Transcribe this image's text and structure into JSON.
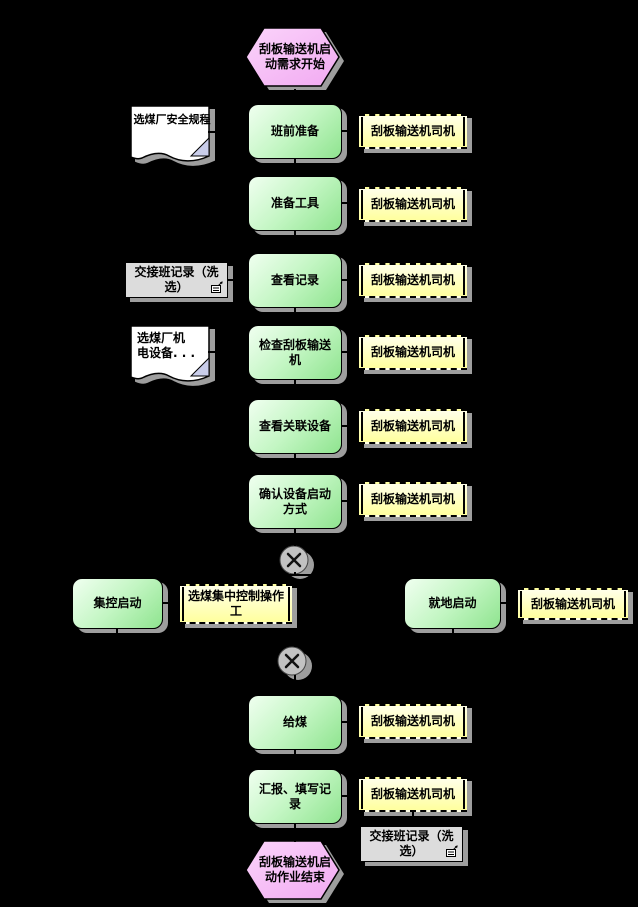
{
  "colors": {
    "background": "#000000",
    "task_green_light": "#F0FFF0",
    "task_green_dark": "#8FE48F",
    "role_yellow_light": "#FFFFE8",
    "role_yellow_dark": "#FFFF9E",
    "event_pink_light": "#FBD4FB",
    "event_pink_dark": "#F1A9F1",
    "record_gray": "#DCDCDC",
    "gateway_gray": "#C2C2C2",
    "shadow_gray": "#9E9E9E",
    "doc_fold_blue": "#C9CDEA"
  },
  "diagram": {
    "start_event": {
      "label": "刮板输送机启\n动需求开始"
    },
    "end_event": {
      "label": "刮板输送机启\n动作业结束"
    },
    "tasks": [
      {
        "label": "班前准备",
        "role": "刮板输送机司机"
      },
      {
        "label": "准备工具",
        "role": "刮板输送机司机"
      },
      {
        "label": "查看记录",
        "role": "刮板输送机司机"
      },
      {
        "label": "检查刮板输送\n机",
        "role": "刮板输送机司机"
      },
      {
        "label": "查看关联设备",
        "role": "刮板输送机司机"
      },
      {
        "label": "确认设备启动\n方式",
        "role": "刮板输送机司机"
      },
      {
        "label": "给煤",
        "role": "刮板输送机司机"
      },
      {
        "label": "汇报、填写记\n录",
        "role": "刮板输送机司机"
      }
    ],
    "branch": {
      "left": {
        "label": "集控启动",
        "role": "选煤集中控制操作\n工"
      },
      "right": {
        "label": "就地启动",
        "role": "刮板输送机司机"
      }
    },
    "documents": [
      {
        "label": "选煤厂安全规程"
      },
      {
        "label": "选煤厂机\n电设备. . ."
      }
    ],
    "records": [
      {
        "label": "交接班记录（洗\n选）"
      },
      {
        "label": "交接班记录（洗\n选）"
      }
    ],
    "gateways": [
      {
        "type": "XOR"
      },
      {
        "type": "XOR"
      }
    ]
  }
}
